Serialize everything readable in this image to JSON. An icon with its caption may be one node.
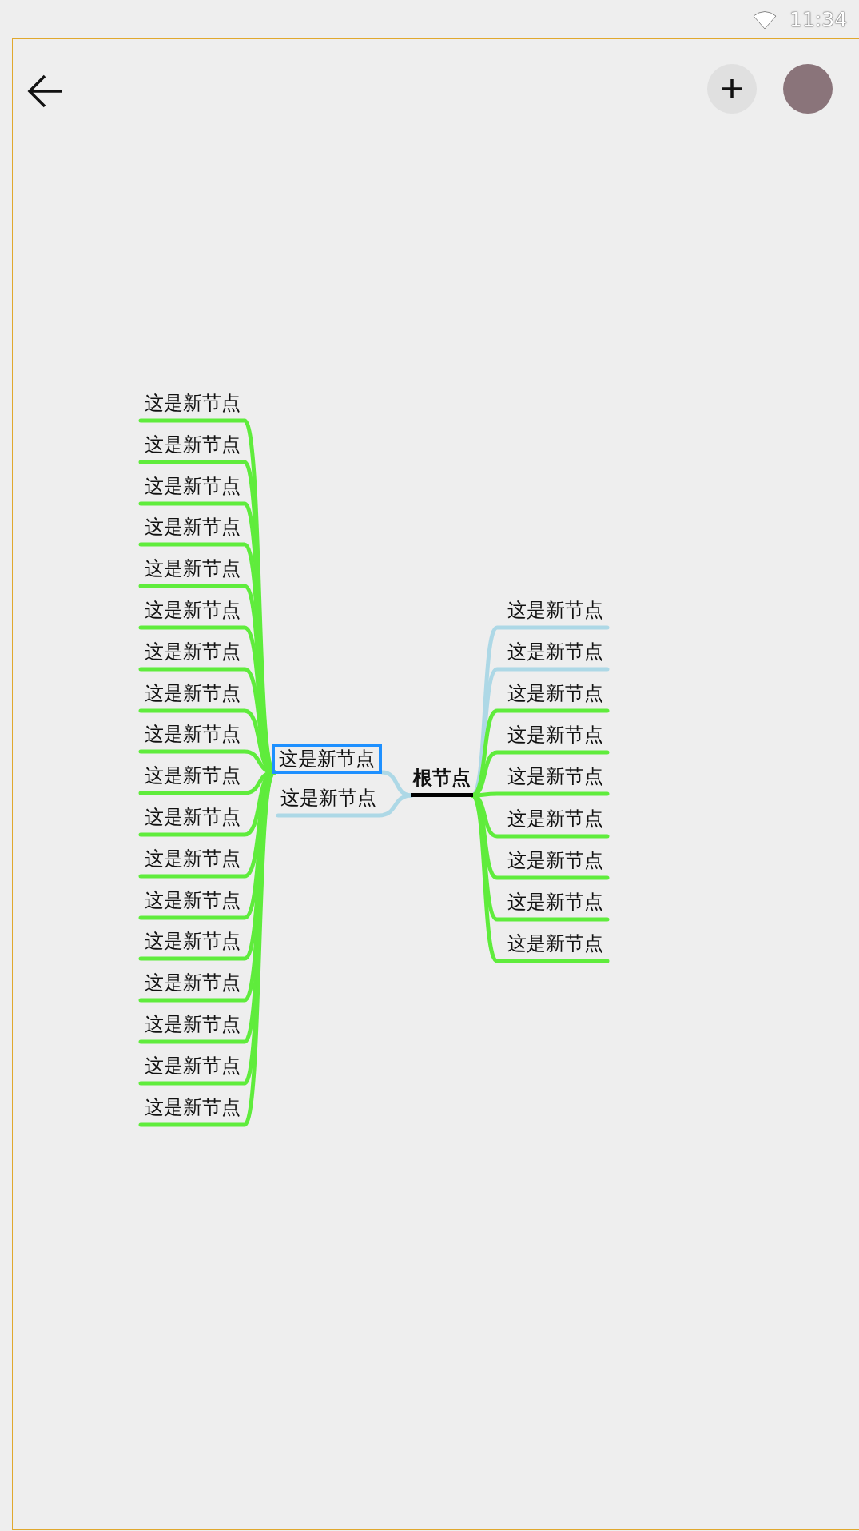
{
  "diagram": {
    "nodes": [
      {
        "text": [
          "根节点"
        ]
      },
      {
        "text": [
          "这是新节点"
        ]
      },
      {
        "text": [
          "这是新节点"
        ]
      },
      {
        "text": [
          "这是新节点"
        ]
      },
      {
        "text": [
          "这是新节点"
        ]
      },
      {
        "text": [
          "这是新节点"
        ]
      },
      {
        "text": [
          "这是新节点"
        ]
      },
      {
        "text": [
          "这是新节点"
        ]
      },
      {
        "text": [
          "这是新节点"
        ]
      },
      {
        "text": [
          "这是新节点"
        ]
      },
      {
        "text": [
          "这是新节点"
        ]
      },
      {
        "text": [
          "这是新节点"
        ]
      },
      {
        "text": [
          "这是新节点"
        ]
      },
      {
        "text": [
          "这是新节点"
        ]
      },
      {
        "text": [
          "这是新节点"
        ]
      },
      {
        "text": [
          "这是新节点"
        ]
      },
      {
        "text": [
          "这是新节点"
        ]
      },
      {
        "text": [
          "这是新节点"
        ]
      },
      {
        "text": [
          "这是新节点"
        ]
      },
      {
        "text": [
          "这是新节点"
        ]
      },
      {
        "text": [
          "这是新节点"
        ]
      },
      {
        "text": [
          "这是新节点"
        ]
      },
      {
        "text": [
          "这是新节点"
        ]
      },
      {
        "text": [
          "这是新节点"
        ]
      },
      {
        "text": [
          "这是新节点"
        ]
      },
      {
        "text": [
          "这是新节点"
        ]
      },
      {
        "text": [
          "这是新节点"
        ]
      },
      {
        "text": [
          "这是新节点"
        ]
      },
      {
        "text": [
          "这是新节点"
        ]
      },
      {
        "text": [
          "这是新节点"
        ]
      }
    ],
    "edges": [
      {
        "from": 0,
        "to": 1,
        "arrow": "none",
        "color": "#add8e6"
      },
      {
        "from": 0,
        "to": 2,
        "arrow": "none",
        "color": "#add8e6"
      },
      {
        "from": 1,
        "to": 3,
        "arrow": "none"
      },
      {
        "from": 1,
        "to": 4,
        "arrow": "none"
      },
      {
        "from": 1,
        "to": 5,
        "arrow": "none"
      },
      {
        "from": 1,
        "to": 6,
        "arrow": "none"
      },
      {
        "from": 1,
        "to": 7,
        "arrow": "none"
      },
      {
        "from": 1,
        "to": 8,
        "arrow": "none"
      },
      {
        "from": 1,
        "to": 9,
        "arrow": "none"
      },
      {
        "from": 1,
        "to": 10,
        "arrow": "none"
      },
      {
        "from": 1,
        "to": 11,
        "arrow": "none"
      },
      {
        "from": 1,
        "to": 12,
        "arrow": "none"
      },
      {
        "from": 1,
        "to": 13,
        "arrow": "none"
      },
      {
        "from": 1,
        "to": 14,
        "arrow": "none"
      },
      {
        "from": 1,
        "to": 15,
        "arrow": "none"
      },
      {
        "from": 1,
        "to": 16,
        "arrow": "none"
      },
      {
        "from": 1,
        "to": 17,
        "arrow": "none"
      },
      {
        "from": 1,
        "to": 18,
        "arrow": "none"
      },
      {
        "from": 1,
        "to": 19,
        "arrow": "none"
      },
      {
        "from": 1,
        "to": 20,
        "arrow": "none"
      },
      {
        "from": 0,
        "to": 21,
        "arrow": "none",
        "color": "#add8e6"
      },
      {
        "from": 0,
        "to": 22,
        "arrow": "none",
        "color": "#add8e6"
      },
      {
        "from": 0,
        "to": 23,
        "arrow": "none"
      },
      {
        "from": 0,
        "to": 24,
        "arrow": "none"
      },
      {
        "from": 0,
        "to": 25,
        "arrow": "none"
      },
      {
        "from": 0,
        "to": 26,
        "arrow": "none"
      },
      {
        "from": 0,
        "to": 27,
        "arrow": "none"
      },
      {
        "from": 0,
        "to": 28,
        "arrow": "none"
      },
      {
        "from": 0,
        "to": 29,
        "arrow": "none"
      }
    ],
    "labels": [
      "11:34"
    ]
  }
}
